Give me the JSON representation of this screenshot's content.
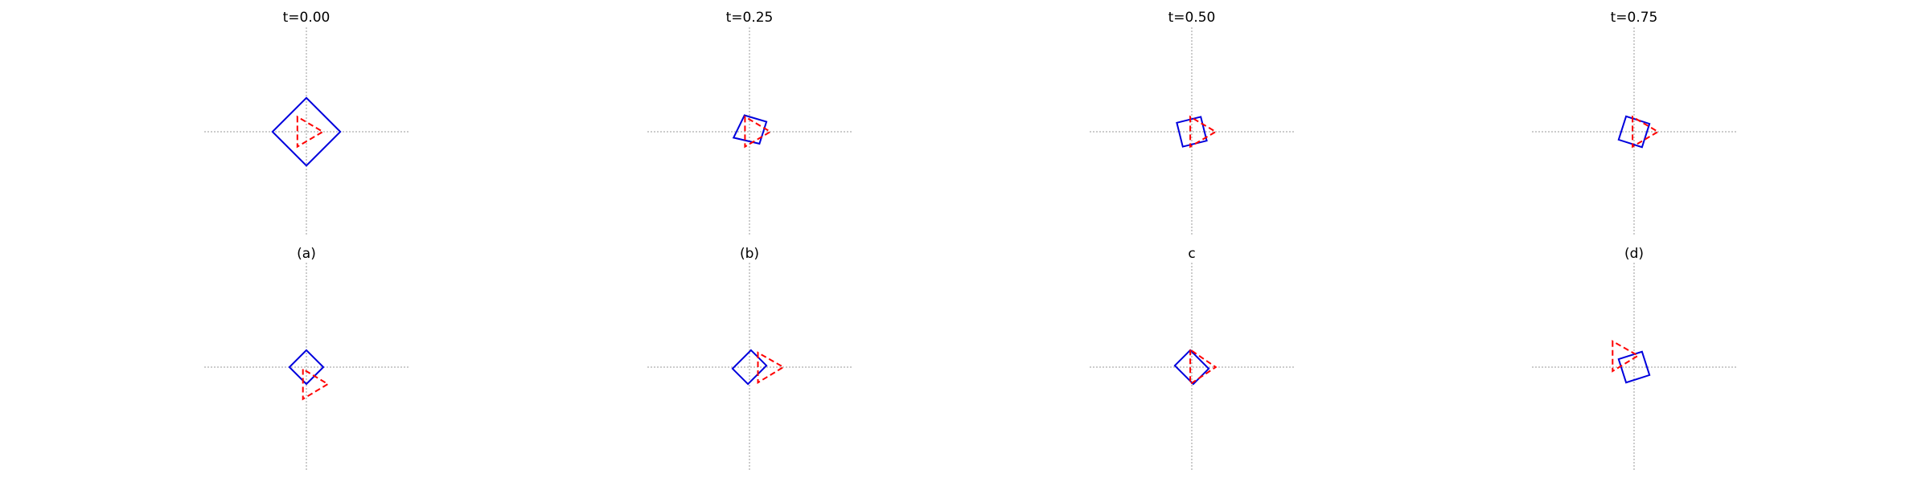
{
  "figure": {
    "panels": [
      {
        "title": "t=0.00",
        "square": [
          [
            0,
            -0.68
          ],
          [
            0.68,
            0
          ],
          [
            0,
            0.68
          ],
          [
            -0.68,
            0
          ]
        ],
        "triangle": [
          [
            -0.18,
            -0.3
          ],
          [
            -0.18,
            0.3
          ],
          [
            0.33,
            0
          ]
        ]
      },
      {
        "title": "t=0.25",
        "square": [
          [
            -0.1,
            -0.33
          ],
          [
            0.34,
            -0.2
          ],
          [
            0.2,
            0.24
          ],
          [
            -0.32,
            0.12
          ]
        ],
        "triangle": [
          [
            -0.09,
            -0.3
          ],
          [
            -0.09,
            0.3
          ],
          [
            0.42,
            0
          ]
        ]
      },
      {
        "title": "t=0.50",
        "square": [
          [
            -0.3,
            -0.18
          ],
          [
            0.18,
            -0.3
          ],
          [
            0.3,
            0.18
          ],
          [
            -0.18,
            0.3
          ]
        ],
        "triangle": [
          [
            -0.03,
            -0.3
          ],
          [
            -0.03,
            0.3
          ],
          [
            0.48,
            0
          ]
        ]
      },
      {
        "title": "t=0.75",
        "square": [
          [
            -0.16,
            -0.31
          ],
          [
            0.31,
            -0.16
          ],
          [
            0.16,
            0.31
          ],
          [
            -0.31,
            0.16
          ]
        ],
        "triangle": [
          [
            -0.03,
            -0.3
          ],
          [
            -0.03,
            0.3
          ],
          [
            0.48,
            0
          ]
        ]
      },
      {
        "title": "(a)",
        "square": [
          [
            0,
            -0.34
          ],
          [
            0.34,
            0
          ],
          [
            0,
            0.34
          ],
          [
            -0.34,
            0
          ]
        ],
        "triangle": [
          [
            -0.07,
            0.04
          ],
          [
            -0.07,
            0.64
          ],
          [
            0.43,
            0.34
          ]
        ]
      },
      {
        "title": "(b)",
        "square": [
          [
            0.03,
            -0.34
          ],
          [
            0.34,
            -0.03
          ],
          [
            -0.03,
            0.34
          ],
          [
            -0.34,
            0.03
          ]
        ],
        "triangle": [
          [
            0.17,
            -0.29
          ],
          [
            0.17,
            0.31
          ],
          [
            0.68,
            0
          ]
        ]
      },
      {
        "title": "c",
        "square": [
          [
            -0.03,
            -0.34
          ],
          [
            0.34,
            0.03
          ],
          [
            0.03,
            0.34
          ],
          [
            -0.34,
            -0.03
          ]
        ],
        "triangle": [
          [
            -0.03,
            -0.35
          ],
          [
            -0.03,
            0.34
          ],
          [
            0.48,
            0
          ]
        ]
      },
      {
        "title": "(d)",
        "square": [
          [
            -0.31,
            -0.16
          ],
          [
            0.16,
            -0.31
          ],
          [
            0.31,
            0.16
          ],
          [
            -0.16,
            0.31
          ]
        ],
        "triangle": [
          [
            -0.43,
            -0.52
          ],
          [
            -0.43,
            0.08
          ],
          [
            0.08,
            -0.23
          ]
        ]
      }
    ]
  }
}
